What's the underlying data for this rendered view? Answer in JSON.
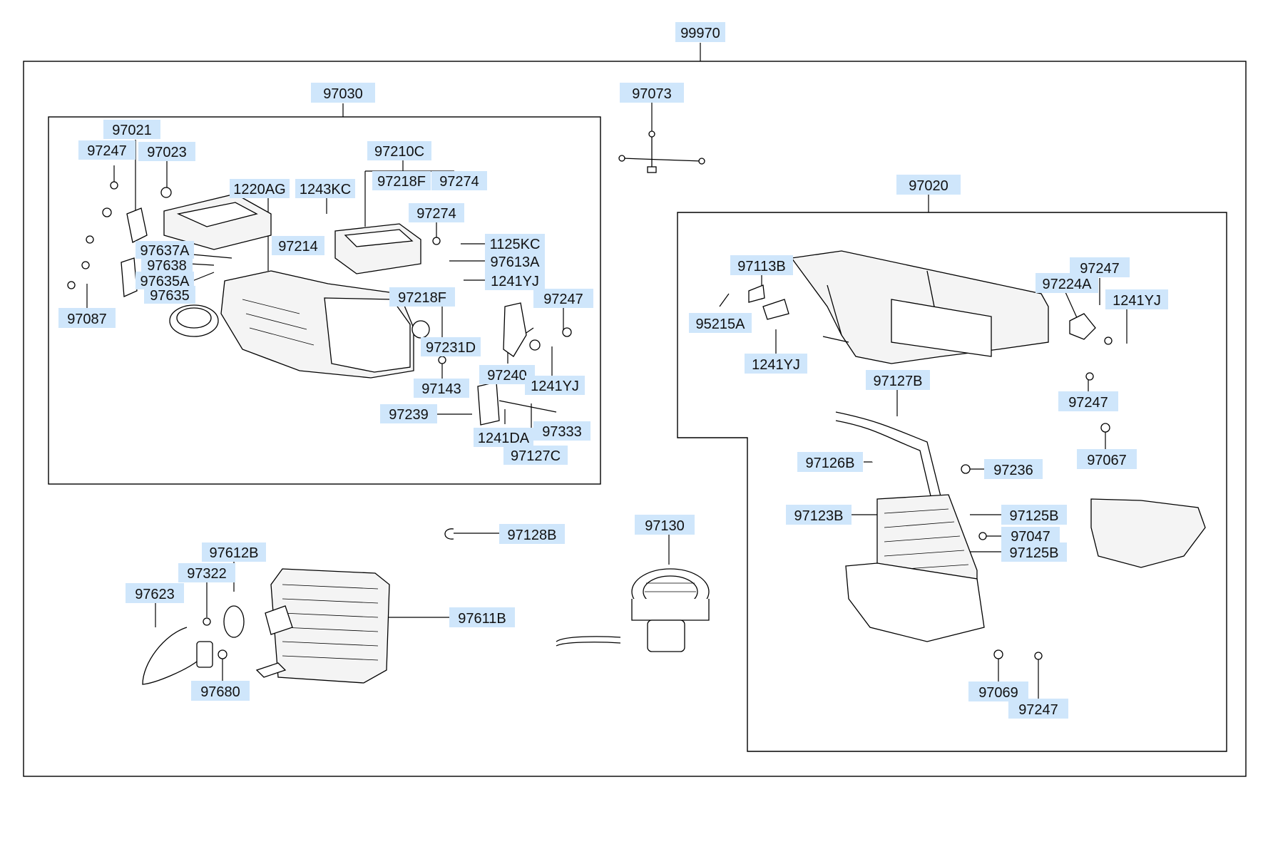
{
  "colors": {
    "label_background": "#cfe6fb",
    "line": "#000000",
    "background": "#ffffff"
  },
  "labels": {
    "p99970": "99970",
    "p97030": "97030",
    "p97073": "97073",
    "p97020": "97020",
    "p97021": "97021",
    "p97247_a": "97247",
    "p97023": "97023",
    "p97210C": "97210C",
    "p97218F_a": "97218F",
    "p97274_a": "97274",
    "p1220AG": "1220AG",
    "p1243KC": "1243KC",
    "p97274_b": "97274",
    "p97637A": "97637A",
    "p97638": "97638",
    "p97214": "97214",
    "p1125KC": "1125KC",
    "p97613A": "97613A",
    "p97635A": "97635A",
    "p97635": "97635",
    "p1241YJ_a": "1241YJ",
    "p97087": "97087",
    "p97218F_b": "97218F",
    "p97247_b": "97247",
    "p97231D": "97231D",
    "p97240": "97240",
    "p97143": "97143",
    "p1241YJ_b": "1241YJ",
    "p97239": "97239",
    "p97333": "97333",
    "p1241DA": "1241DA",
    "p97127C": "97127C",
    "p97113B": "97113B",
    "p95215A": "95215A",
    "p1241YJ_c": "1241YJ",
    "p97247_c": "97247",
    "p97224A": "97224A",
    "p1241YJ_d": "1241YJ",
    "p97247_d": "97247",
    "p97127B": "97127B",
    "p97067": "97067",
    "p97126B": "97126B",
    "p97236": "97236",
    "p97123B": "97123B",
    "p97125B_a": "97125B",
    "p97047": "97047",
    "p97125B_b": "97125B",
    "p97069": "97069",
    "p97247_e": "97247",
    "p97128B": "97128B",
    "p97130": "97130",
    "p97612B": "97612B",
    "p97322": "97322",
    "p97623": "97623",
    "p97611B": "97611B",
    "p97680": "97680"
  }
}
